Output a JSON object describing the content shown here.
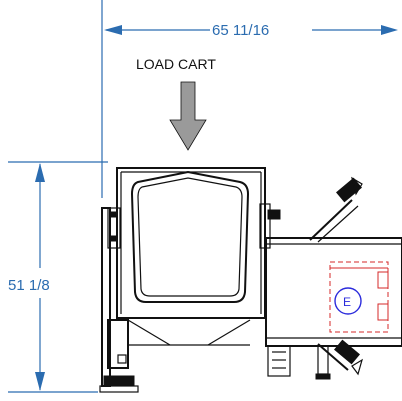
{
  "dimensions": {
    "width_label": "65 11/16",
    "height_label": "51 1/8"
  },
  "annotation": {
    "load_label": "LOAD CART"
  },
  "electrical_marker": {
    "letter": "E"
  },
  "colors": {
    "dimension": "#2b6cb0",
    "hidden_outline": "#d62828",
    "marker": "#2b2bdc",
    "linework": "#111111"
  }
}
